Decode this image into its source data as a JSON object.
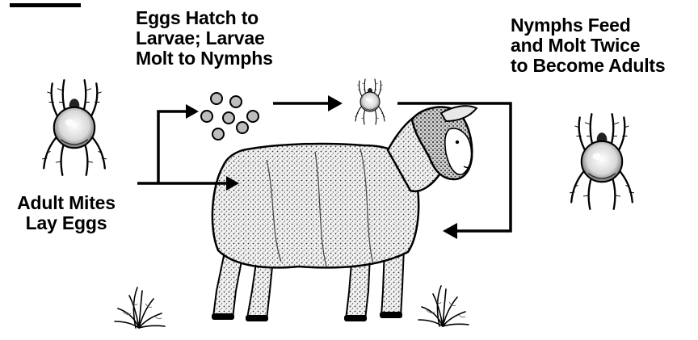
{
  "labels": {
    "adult_mites": [
      "Adult Mites",
      "Lay Eggs"
    ],
    "eggs_hatch": [
      "Eggs Hatch to",
      "Larvae; Larvae",
      "Molt to Nymphs"
    ],
    "nymphs_feed": [
      "Nymphs Feed",
      "and Molt Twice",
      "to Become Adults"
    ]
  }
}
